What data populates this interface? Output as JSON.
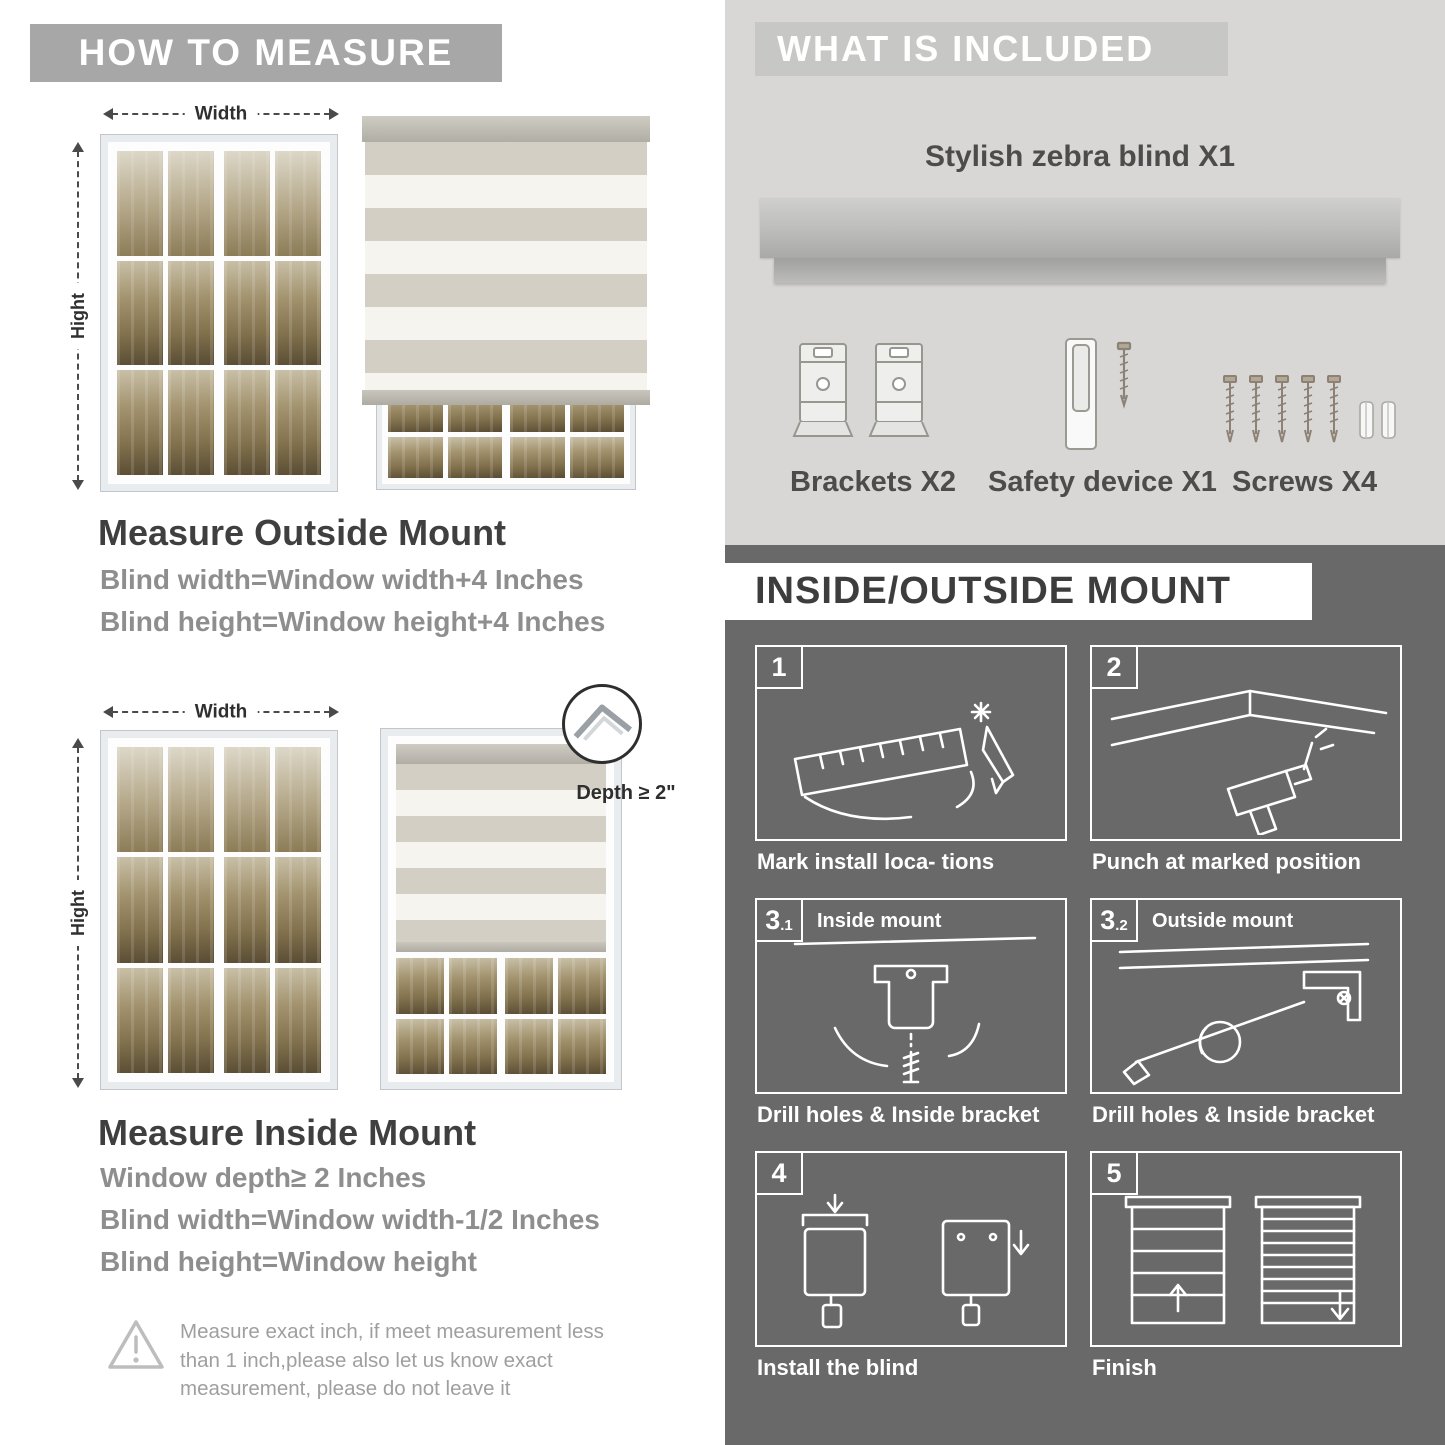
{
  "colors": {
    "header_gray": "#a7a7a7",
    "included_bg": "#d8d7d5",
    "included_header_bg": "#c7c7c5",
    "mount_bg": "#696969",
    "heading_text": "#3f3f3f",
    "body_text": "#8e8e8e",
    "white": "#ffffff"
  },
  "measure": {
    "header": "HOW TO MEASURE",
    "outside": {
      "width_label": "Width",
      "height_label": "Hight",
      "title": "Measure Outside Mount",
      "lines": [
        "Blind width=Window width+4 Inches",
        "Blind height=Window height+4 Inches"
      ]
    },
    "inside": {
      "width_label": "Width",
      "height_label": "Hight",
      "depth_label": "Depth ≥ 2\"",
      "title": "Measure Inside Mount",
      "lines": [
        "Window depth≥ 2 Inches",
        "Blind width=Window width-1/2 Inches",
        "Blind height=Window height"
      ]
    },
    "warning_text": "Measure exact inch, if meet measurement less than 1 inch,please also let us know exact measurement, please do not leave it"
  },
  "included": {
    "header": "WHAT IS INCLUDED",
    "product_label": "Stylish zebra blind X1",
    "items": [
      {
        "icon": "brackets-icon",
        "label": "Brackets X2"
      },
      {
        "icon": "safety-device-icon",
        "label": "Safety device X1"
      },
      {
        "icon": "screws-icon",
        "label": "Screws X4"
      }
    ]
  },
  "mount": {
    "header": "INSIDE/OUTSIDE MOUNT",
    "steps": [
      {
        "num": "1",
        "sub": "",
        "title": "",
        "caption": "Mark install loca- tions"
      },
      {
        "num": "2",
        "sub": "",
        "title": "",
        "caption": "Punch at  marked position"
      },
      {
        "num": "3",
        "sub": ".1",
        "title": "Inside mount",
        "caption": "Drill holes &  Inside bracket"
      },
      {
        "num": "3",
        "sub": ".2",
        "title": "Outside mount",
        "caption": "Drill holes &  Inside bracket"
      },
      {
        "num": "4",
        "sub": "",
        "title": "",
        "caption": "Install the blind"
      },
      {
        "num": "5",
        "sub": "",
        "title": "",
        "caption": "Finish"
      }
    ]
  }
}
